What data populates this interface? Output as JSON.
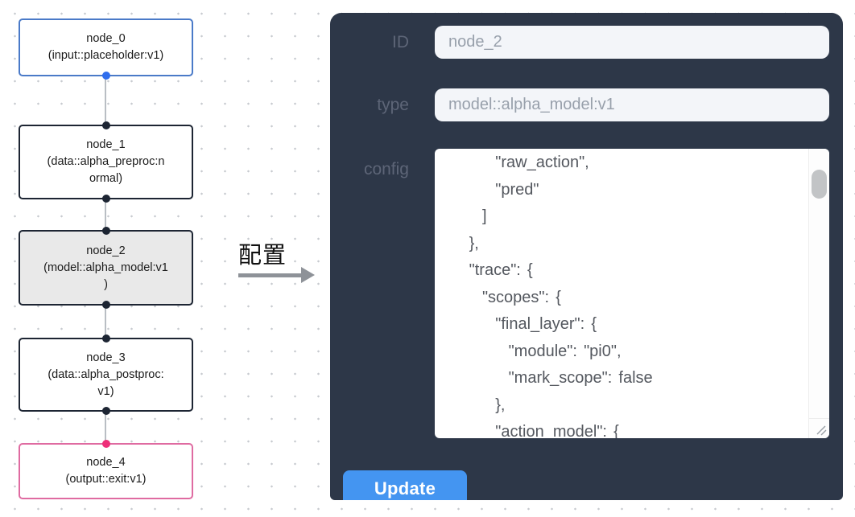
{
  "canvas": {
    "nodes": [
      {
        "id": "node_0",
        "label": "node_0\n(input::placeholder:v1)",
        "variant": "input"
      },
      {
        "id": "node_1",
        "label": "node_1\n(data::alpha_preproc:n\normal)",
        "variant": "default"
      },
      {
        "id": "node_2",
        "label": "node_2\n(model::alpha_model:v1\n)",
        "variant": "selected"
      },
      {
        "id": "node_3",
        "label": "node_3\n(data::alpha_postproc:\nv1)",
        "variant": "default"
      },
      {
        "id": "node_4",
        "label": "node_4\n(output::exit:v1)",
        "variant": "output"
      }
    ]
  },
  "arrow": {
    "label": "配置"
  },
  "panel": {
    "fields": [
      {
        "label": "ID",
        "value": "node_2"
      },
      {
        "label": "type",
        "value": "model::alpha_model:v1"
      },
      {
        "label": "config",
        "value": "        \"raw_action\",\n        \"pred\"\n      ]\n    },\n    \"trace\": {\n      \"scopes\": {\n        \"final_layer\": {\n          \"module\": \"pi0\",\n          \"mark_scope\": false\n        },\n        \"action_model\": {"
      }
    ],
    "update_label": "Update"
  },
  "colors": {
    "panel_bg": "#2d3748",
    "accent_button": "#4495f1",
    "input_node_border": "#4a7ac8",
    "output_node_border": "#df6ba1",
    "selected_node_bg": "#e9e9e9",
    "default_node_border": "#1d2533",
    "handle_blue": "#2f6ded",
    "handle_pink": "#ee2f79",
    "edge_gray": "#b9bec4"
  }
}
